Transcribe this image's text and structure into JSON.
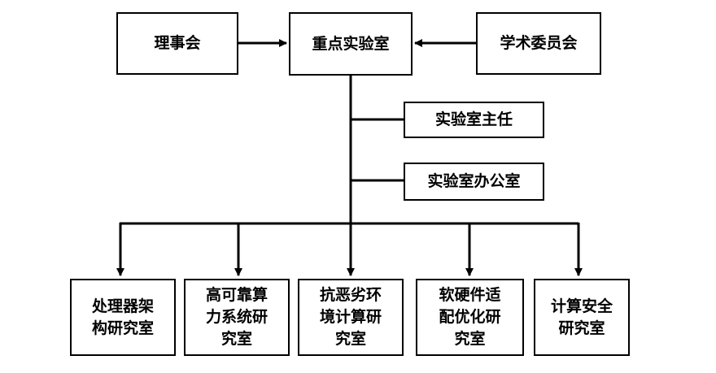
{
  "colors": {
    "line": "#000000",
    "box_border": "#000000",
    "background": "#ffffff"
  },
  "nodes": {
    "council": "理事会",
    "key_lab": "重点实验室",
    "academic_committee": "学术委员会",
    "lab_director": "实验室主任",
    "lab_office": "实验室办公室",
    "processor_lab": "处理器架构研究室",
    "reliability_lab": "高可靠算力系统研究室",
    "hostile_env_lab": "抗恶劣环境计算研究室",
    "hw_sw_lab": "软硬件适配优化研究室",
    "security_lab": "计算安全研究室"
  }
}
